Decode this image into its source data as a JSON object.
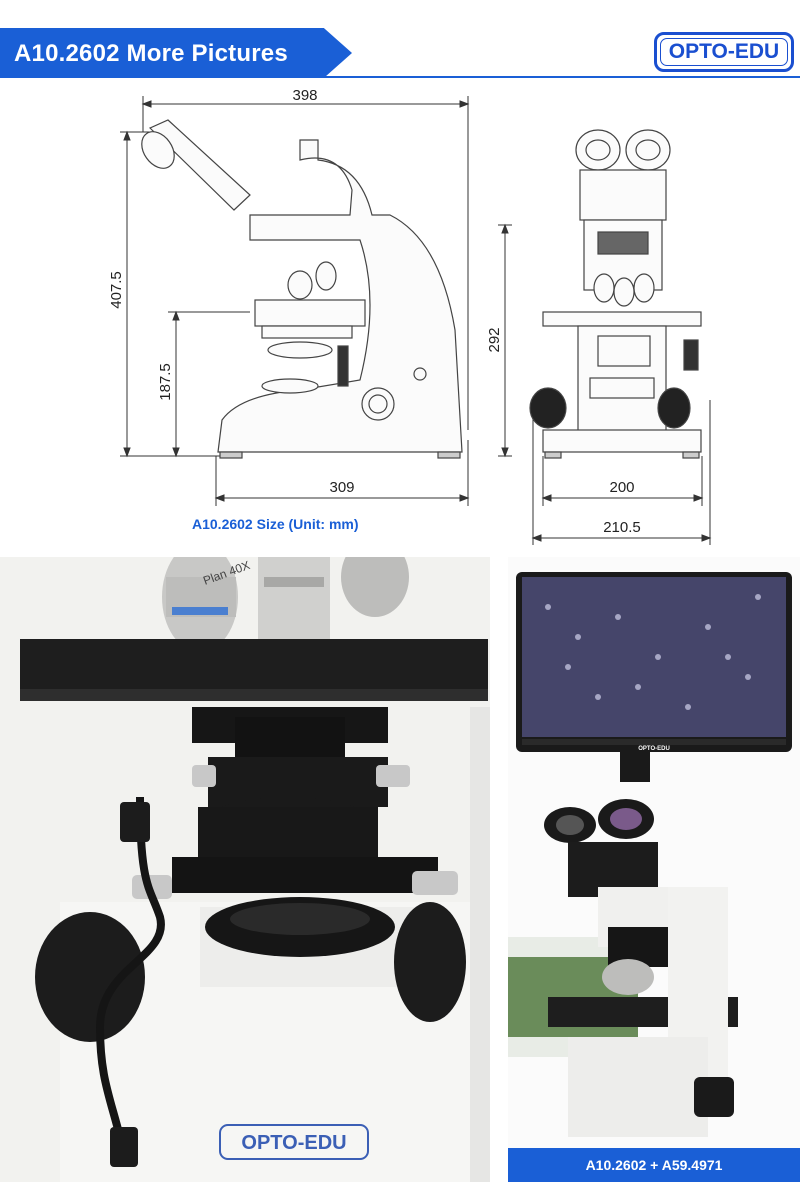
{
  "header": {
    "title": "A10.2602 More Pictures",
    "brand": "OPTO-EDU"
  },
  "drawing": {
    "caption": "A10.2602 Size (Unit: mm)",
    "dimensions": {
      "width_top": "398",
      "height_total": "407.5",
      "height_stage": "187.5",
      "height_frame": "292",
      "base_depth": "309",
      "base_width": "200",
      "overall_width": "210.5"
    }
  },
  "photos": {
    "left": {
      "objective_text": "Plan 40X",
      "body_logo": "OPTO-EDU"
    },
    "right": {
      "monitor_logo": "OPTO-EDU",
      "caption": "A10.2602 + A59.4971"
    }
  },
  "colors": {
    "accent": "#1a5fd6",
    "brand": "#1a4fd0"
  }
}
